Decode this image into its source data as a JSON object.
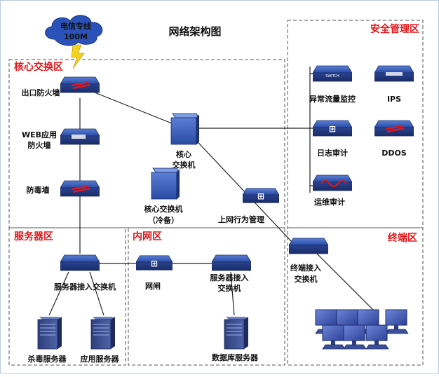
{
  "title": "网络架构图",
  "cloud": {
    "line1": "电信专线",
    "line2": "100M"
  },
  "zones": {
    "core": "核心交换区",
    "security": "安全管理区",
    "server": "服务器区",
    "intranet": "内网区",
    "terminal": "终端区"
  },
  "nodes": {
    "egress_firewall": "出口防火墙",
    "waf_line1": "WEB应用",
    "waf_line2": "防火墙",
    "antivirus_gateway": "防毒墙",
    "core_switch_line1": "核心",
    "core_switch_line2": "交换机",
    "core_standby_line1": "核心交换机",
    "core_standby_line2": "（冷备）",
    "behavior_mgmt": "上网行为管理",
    "anomaly_monitor": "异常流量监控",
    "ips": "IPS",
    "log_audit": "日志审计",
    "ddos": "DDOS",
    "ops_audit": "运维审计",
    "server_access_switch": "服务器接入交换机",
    "gatekeeper": "网闸",
    "intranet_switch_line1": "服务器接入",
    "intranet_switch_line2": "交换机",
    "db_server": "数据库服务器",
    "terminal_switch_line1": "终端接入",
    "terminal_switch_line2": "交换机",
    "av_server": "杀毒服务器",
    "app_server": "应用服务器"
  },
  "icon_labels": {
    "switch_tag": "SWITCH"
  },
  "colors": {
    "zone_label": "#e0161b",
    "device_blue": "#24418f",
    "cloud": "#2a52b8",
    "lightning": "#f5d21a",
    "background": "#ffffff"
  }
}
